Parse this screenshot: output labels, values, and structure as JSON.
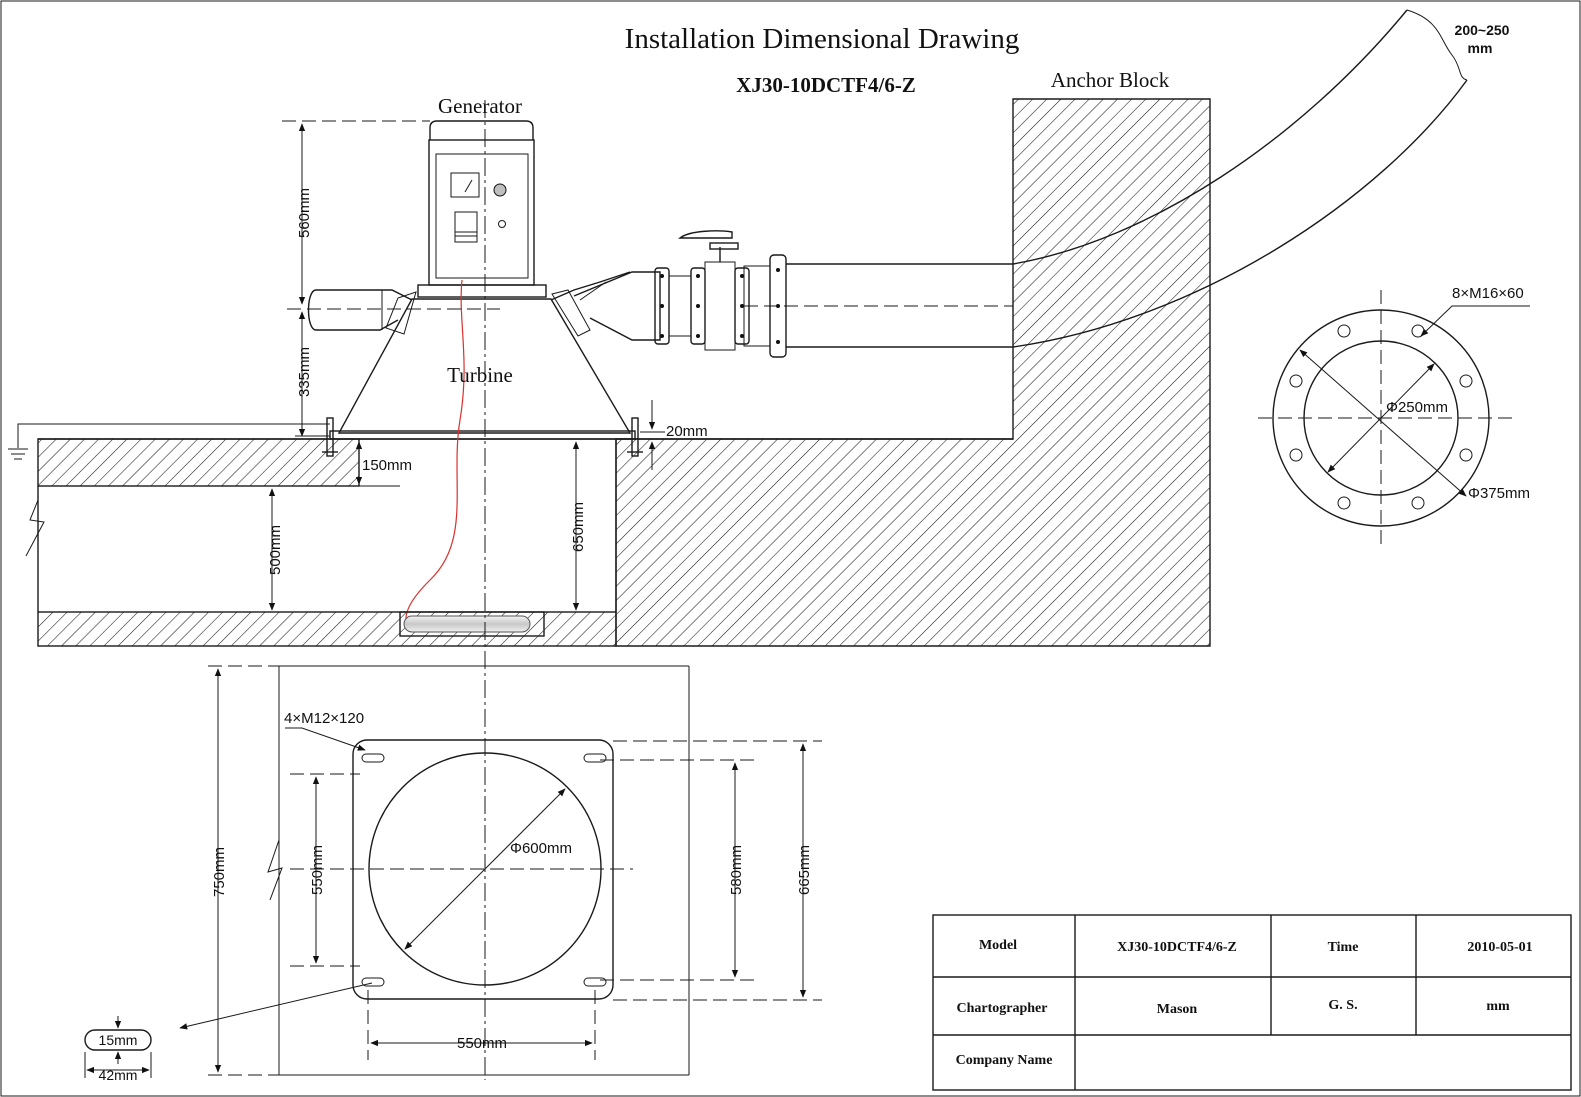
{
  "title": "Installation Dimensional Drawing",
  "model_code": "XJ30-10DCTF4/6-Z",
  "labels": {
    "generator": "Generator",
    "turbine": "Turbine",
    "anchor_block": "Anchor Block",
    "pipe_size_line1": "200~250",
    "pipe_size_line2": "mm"
  },
  "dimensions": {
    "gen_height": "560mm",
    "turbine_height": "335mm",
    "floor_slab": "150mm",
    "channel_depth": "500mm",
    "pit_depth": "650mm",
    "flange_gap": "20mm",
    "base_bolts": "4×M12×120",
    "base_outer_height": "750mm",
    "base_inner_height": "550mm",
    "base_diameter": "Φ600mm",
    "base_hole_spacing_v": "580mm",
    "base_plate_height": "665mm",
    "base_hole_spacing_h": "550mm",
    "slot_width": "15mm",
    "slot_length": "42mm",
    "flange_bolts": "8×M16×60",
    "flange_inner": "Φ250mm",
    "flange_outer": "Φ375mm"
  },
  "title_block": {
    "model_label": "Model",
    "model_value": "XJ30-10DCTF4/6-Z",
    "time_label": "Time",
    "time_value": "2010-05-01",
    "chartographer_label": "Chartographer",
    "chartographer_value": "Mason",
    "gs_label": "G. S.",
    "gs_value": "mm",
    "company_label": "Company Name",
    "company_value": ""
  }
}
